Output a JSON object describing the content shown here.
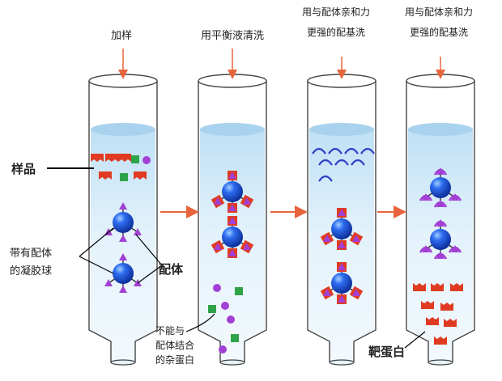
{
  "steps": [
    {
      "label": "加样"
    },
    {
      "label": "用平衡液清洗"
    },
    {
      "label_line1": "用与配体亲和力",
      "label_line2": "更强的配基洗"
    },
    {
      "label_line1": "用与配体亲和力",
      "label_line2": "更强的配基洗"
    }
  ],
  "labels": {
    "sample": "样品",
    "bead_line1": "带有配体",
    "bead_line2": "的凝胶球",
    "ligand": "配体",
    "unbound_line1": "不能与",
    "unbound_line2": "配体结合",
    "unbound_line3": "的杂蛋白",
    "target": "靶蛋白"
  },
  "colors": {
    "liquid": "#cfe8f6",
    "liquid_surface": "#a9d2ee",
    "bead": "#1c52d6",
    "ligand": "#a23fd4",
    "sample_red": "#e03b22",
    "sample_green": "#2fa34a",
    "arrow": "#e8643c"
  }
}
